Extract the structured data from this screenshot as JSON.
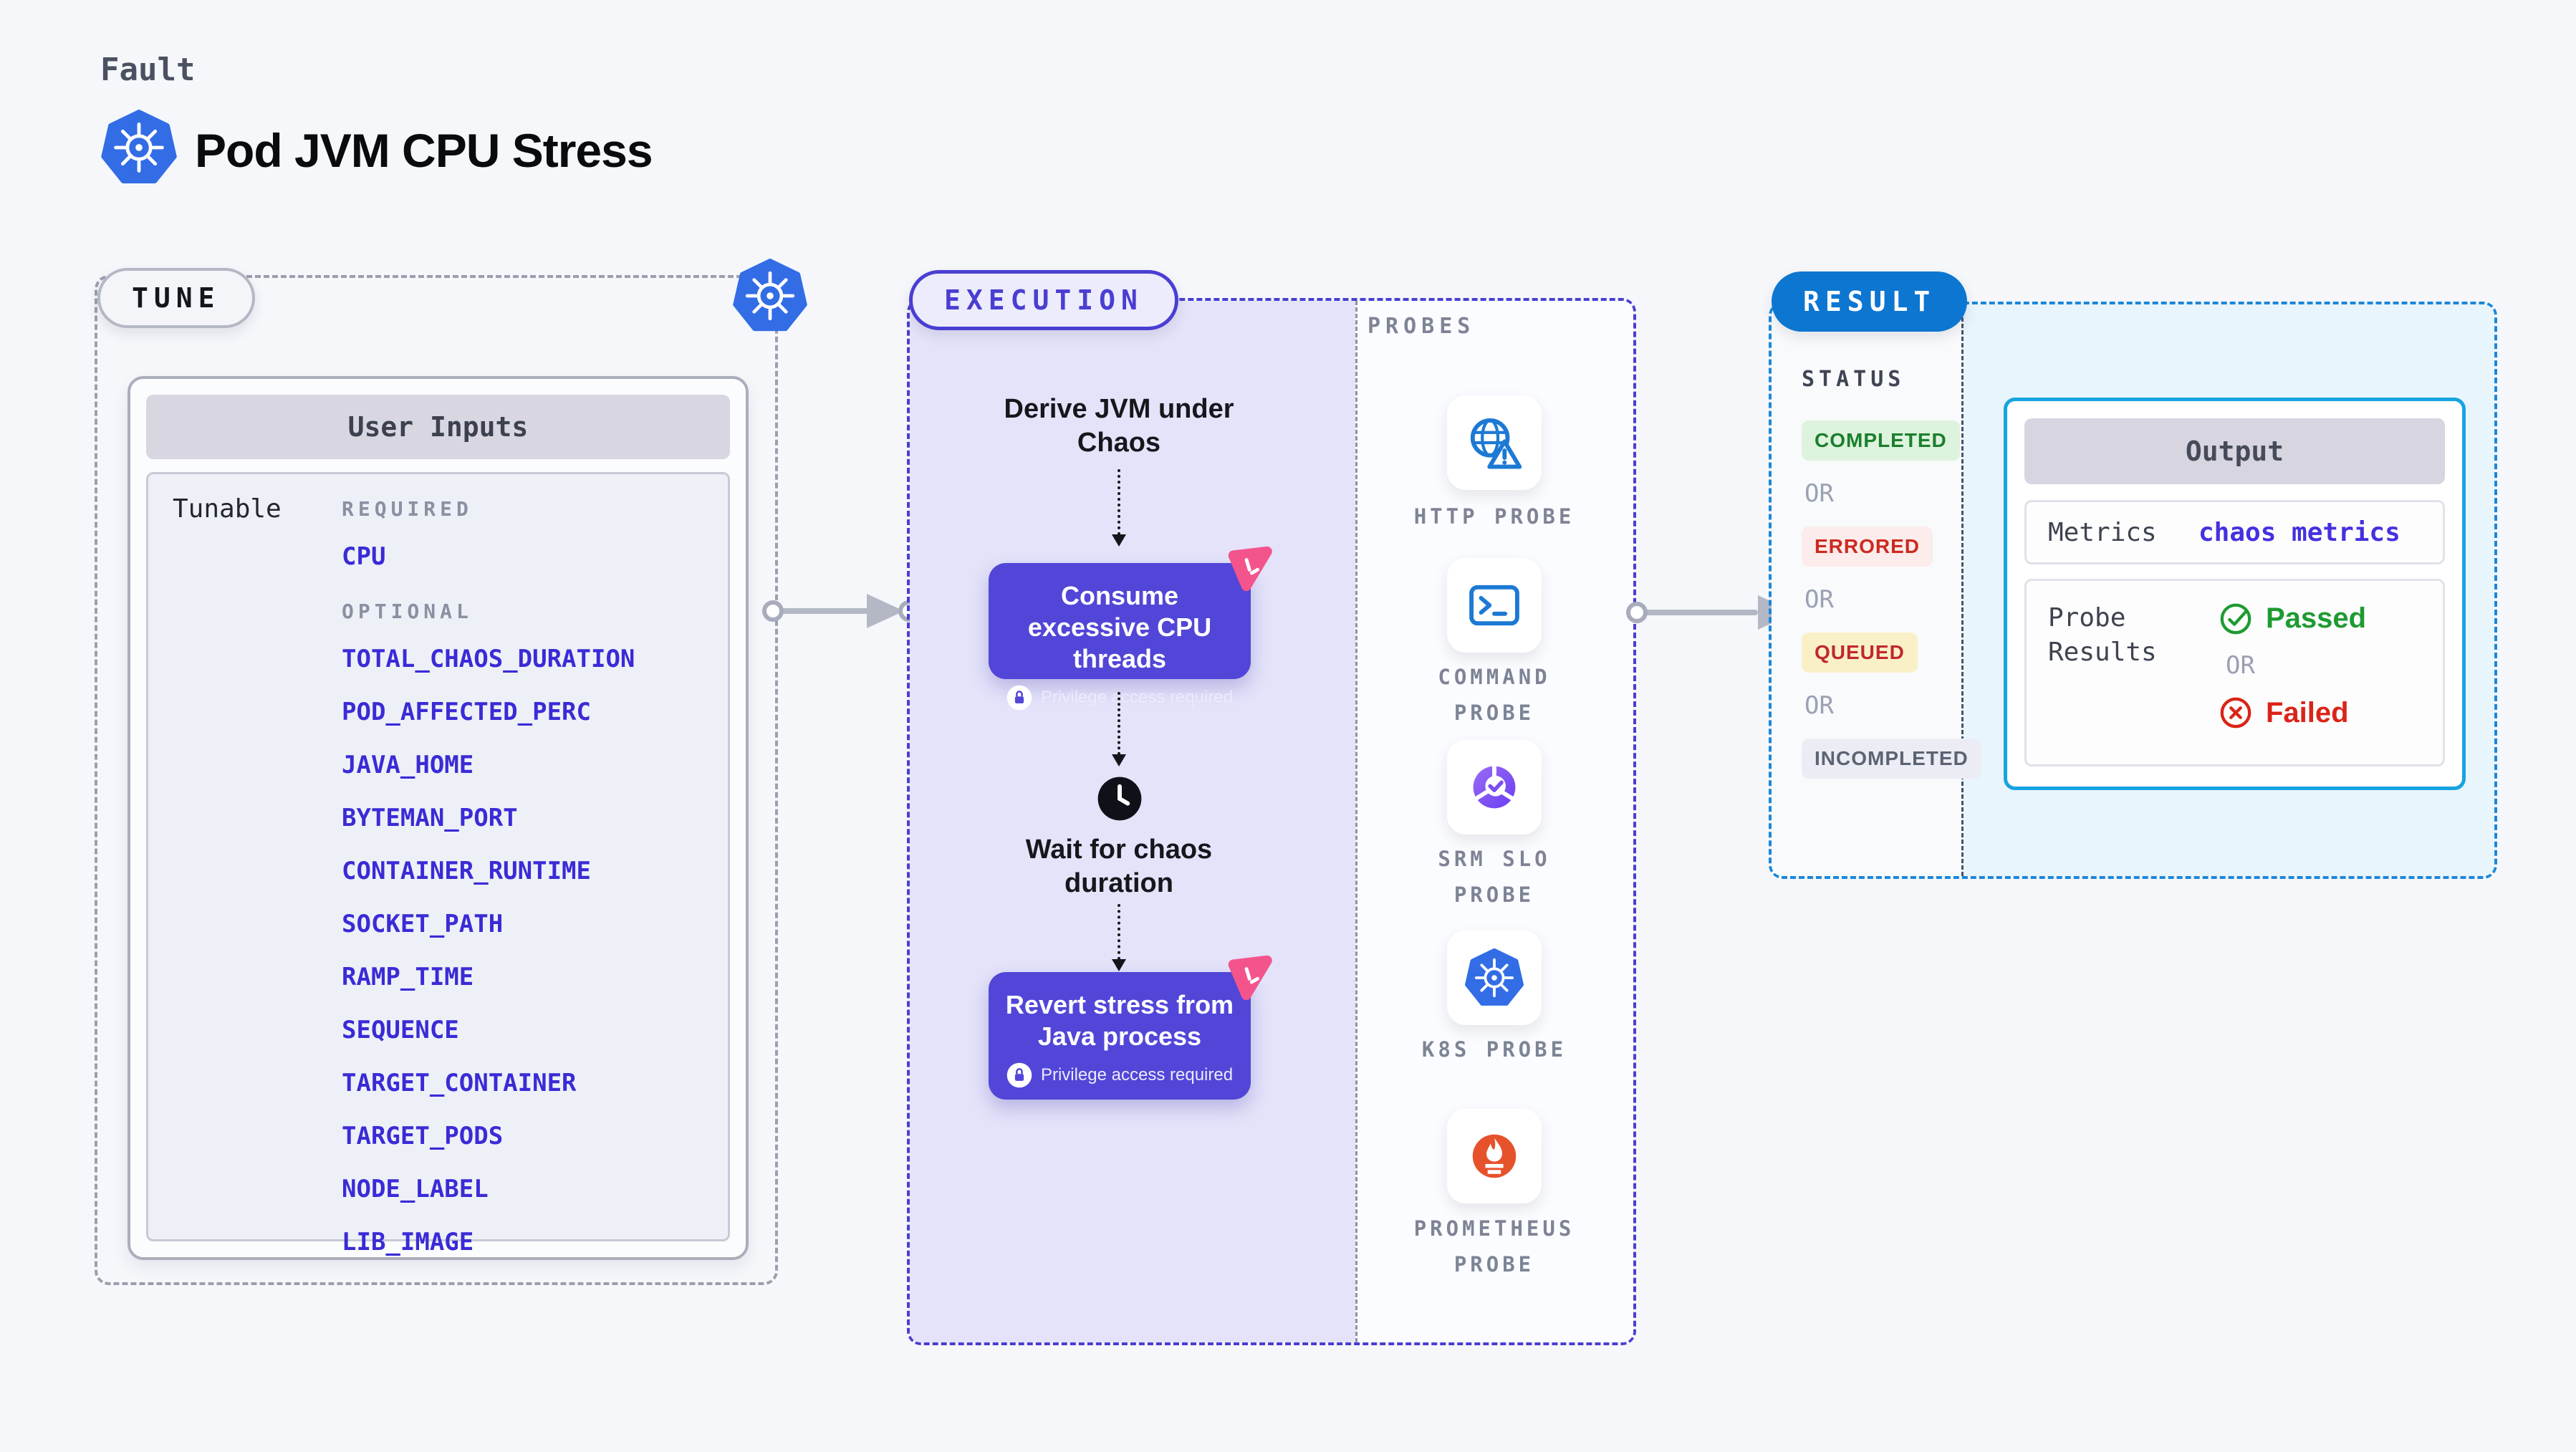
{
  "header": {
    "eyebrow": "Fault",
    "title": "Pod JVM CPU Stress"
  },
  "tune": {
    "badge": "TUNE",
    "user_inputs": {
      "header": "User Inputs",
      "row_label": "Tunable",
      "required_label": "REQUIRED",
      "required_items": [
        "CPU"
      ],
      "optional_label": "OPTIONAL",
      "optional_items": [
        "TOTAL_CHAOS_DURATION",
        "POD_AFFECTED_PERC",
        "JAVA_HOME",
        "BYTEMAN_PORT",
        "CONTAINER_RUNTIME",
        "SOCKET_PATH",
        "RAMP_TIME",
        "SEQUENCE",
        "TARGET_CONTAINER",
        "TARGET_PODS",
        "NODE_LABEL",
        "LIB_IMAGE"
      ]
    }
  },
  "execution": {
    "badge": "EXECUTION",
    "step1_label": "Derive JVM under Chaos",
    "step2_label": "Consume excessive CPU threads",
    "step2_note": "Privilege access required",
    "step3_label": "Wait for chaos duration",
    "step4_label": "Revert stress from Java process",
    "step4_note": "Privilege access required"
  },
  "probes": {
    "label": "PROBES",
    "items": [
      {
        "label": "HTTP PROBE",
        "icon": "globe-warning-icon"
      },
      {
        "label": "COMMAND PROBE",
        "icon": "terminal-icon"
      },
      {
        "label": "SRM SLO PROBE",
        "icon": "slo-donut-icon"
      },
      {
        "label": "K8S PROBE",
        "icon": "kubernetes-icon"
      },
      {
        "label": "PROMETHEUS PROBE",
        "icon": "prometheus-icon"
      }
    ]
  },
  "result": {
    "badge": "RESULT",
    "status": {
      "label": "STATUS",
      "separator": "OR",
      "badges": [
        {
          "label": "COMPLETED",
          "text_color": "#1a7f2e",
          "bg_color": "#def3dd"
        },
        {
          "label": "ERRORED",
          "text_color": "#cb2a20",
          "bg_color": "#fceceb"
        },
        {
          "label": "QUEUED",
          "text_color": "#c02730",
          "bg_color": "#faf0c8"
        },
        {
          "label": "INCOMPLETED",
          "text_color": "#5c6372",
          "bg_color": "#ecedf4"
        }
      ]
    },
    "output": {
      "header": "Output",
      "metrics_label": "Metrics",
      "metrics_value": "chaos metrics",
      "probe_results_label": "Probe Results",
      "passed_label": "Passed",
      "or_label": "OR",
      "failed_label": "Failed"
    }
  },
  "colors": {
    "kubernetes_blue": "#326de6",
    "execution_indigo": "#4a3ed2",
    "action_purple": "#5246d8",
    "env_link_blue": "#3a2bd6",
    "result_blue": "#0d76d1",
    "output_border_cyan": "#16a4e0",
    "chaos_pink": "#f4548c",
    "prometheus_orange": "#e6522c",
    "passed_green": "#1d9b31",
    "failed_red": "#da2418"
  }
}
